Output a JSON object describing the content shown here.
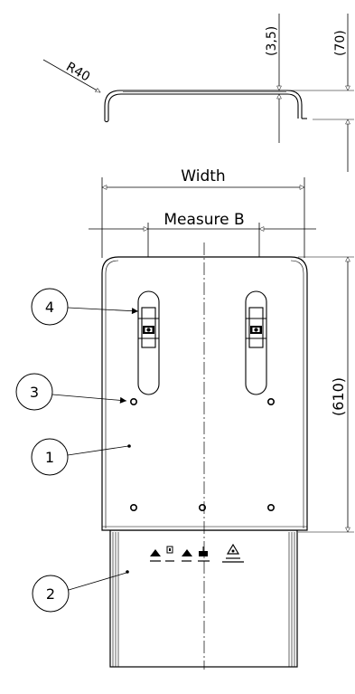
{
  "profile_section": {
    "radius_label": "R40"
  },
  "dimensions": {
    "thickness_label": "(3,5)",
    "height_label": "(70)",
    "width_label": "Width",
    "measure_b_label": "Measure B",
    "length_label": "(610)"
  },
  "callouts": {
    "c1": "1",
    "c2": "2",
    "c3": "3",
    "c4": "4"
  },
  "colors": {
    "line": "#000000",
    "background": "#ffffff"
  }
}
